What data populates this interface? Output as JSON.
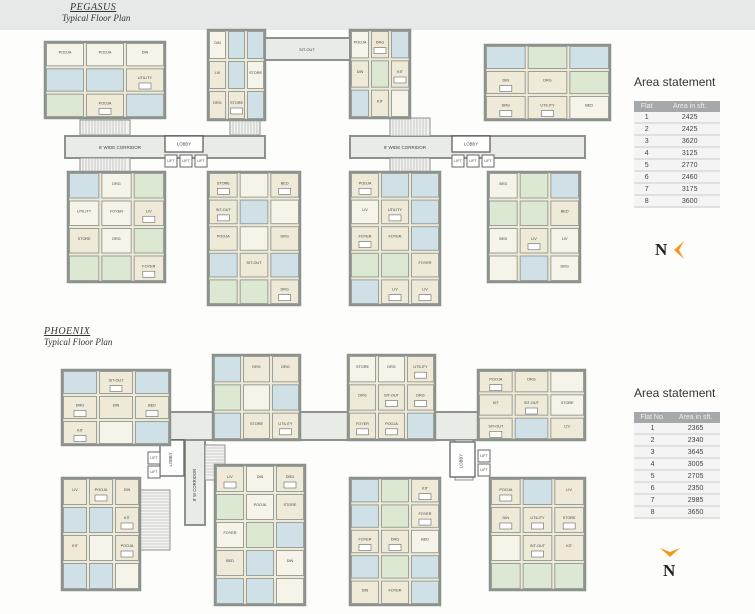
{
  "pegasus": {
    "name": "PEGASUS",
    "subtitle": "Typical Floor Plan",
    "corridor_label": "8' WIDE CORRIDOR",
    "lobby_label": "LOBBY",
    "lift_label": "LIFT",
    "area_statement": {
      "title": "Area statement",
      "headers": [
        "Flat",
        "Area in sft."
      ],
      "rows": [
        [
          "1",
          "2425"
        ],
        [
          "2",
          "2425"
        ],
        [
          "3",
          "3620"
        ],
        [
          "4",
          "3125"
        ],
        [
          "5",
          "2770"
        ],
        [
          "6",
          "2460"
        ],
        [
          "7",
          "3175"
        ],
        [
          "8",
          "3600"
        ]
      ]
    },
    "north_label": "N",
    "north_arrow_direction": "left"
  },
  "phoenix": {
    "name": "PHOENIX",
    "subtitle": "Typical Floor Plan",
    "corridor_label": "8' W CORRIDOR",
    "lobby_label": "LOBBY",
    "lift_label": "LIFT",
    "area_statement": {
      "title": "Area statement",
      "headers": [
        "Flat No.",
        "Area in sft."
      ],
      "rows": [
        [
          "1",
          "2365"
        ],
        [
          "2",
          "2340"
        ],
        [
          "3",
          "3645"
        ],
        [
          "4",
          "3005"
        ],
        [
          "5",
          "2705"
        ],
        [
          "6",
          "2350"
        ],
        [
          "7",
          "2985"
        ],
        [
          "8",
          "3650"
        ]
      ]
    },
    "north_label": "N",
    "north_arrow_direction": "down"
  },
  "room_labels": [
    "BED",
    "LIV",
    "DIN",
    "KIT",
    "DRG",
    "POOJA",
    "UTILITY",
    "SIT-OUT",
    "FOYER",
    "STORE"
  ],
  "colors": {
    "wall": "#8d938c",
    "floor": "#efead8",
    "wet": "#cfe0e6",
    "green": "#dde8d3",
    "accent": "#f39a1e"
  }
}
